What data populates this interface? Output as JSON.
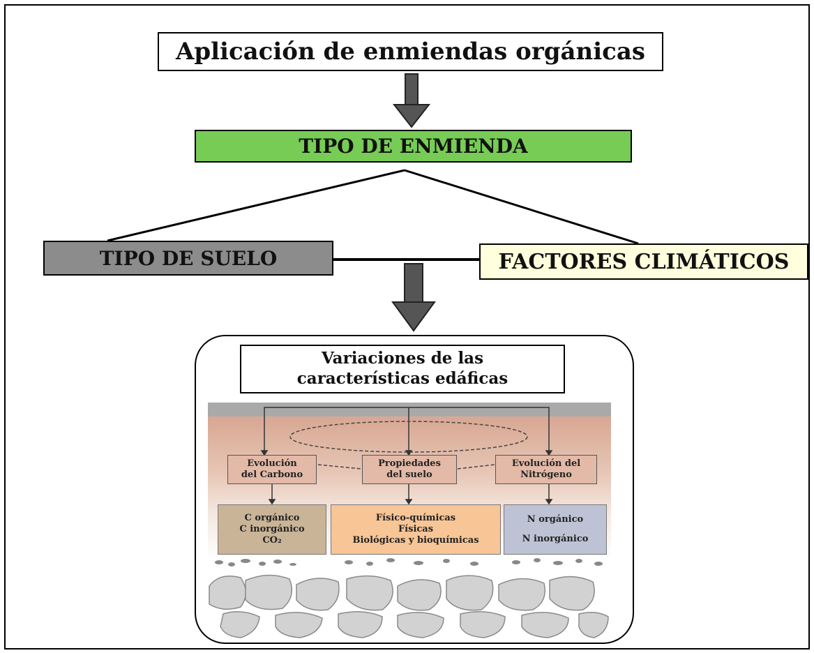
{
  "diagram": {
    "title": "Aplicación de enmiendas orgánicas",
    "amendment_type": "TIPO DE ENMIENDA",
    "soil_type": "TIPO DE SUELO",
    "climate_factors": "FACTORES CLIMÁTICOS",
    "variations": {
      "line1": "Variaciones de las",
      "line2": "características edáficas"
    },
    "processes": {
      "carbon": {
        "line1": "Evolución",
        "line2": "del Carbono"
      },
      "properties": {
        "line1": "Propiedades",
        "line2": "del suelo"
      },
      "nitrogen": {
        "line1": "Evolución del",
        "line2": "Nitrógeno"
      }
    },
    "results": {
      "carbon": [
        "C orgánico",
        "C inorgánico",
        "CO₂"
      ],
      "properties": [
        "Físico-químicas",
        "Físicas",
        "Biológicas y bioquímicas"
      ],
      "nitrogen": [
        "N orgánico",
        "N inorgánico"
      ]
    },
    "colors": {
      "amendment_fill": "#77cc55",
      "soil_fill": "#8c8c8c",
      "climate_fill": "#ffffdd",
      "arrow_fill": "#555555",
      "soil_layer_top": "#d9a896",
      "soil_layer_mid": "#e8cfc2",
      "carbon_result_fill": "#c9b497",
      "properties_result_fill": "#f7c596",
      "nitrogen_result_fill": "#bdc3d4"
    }
  }
}
